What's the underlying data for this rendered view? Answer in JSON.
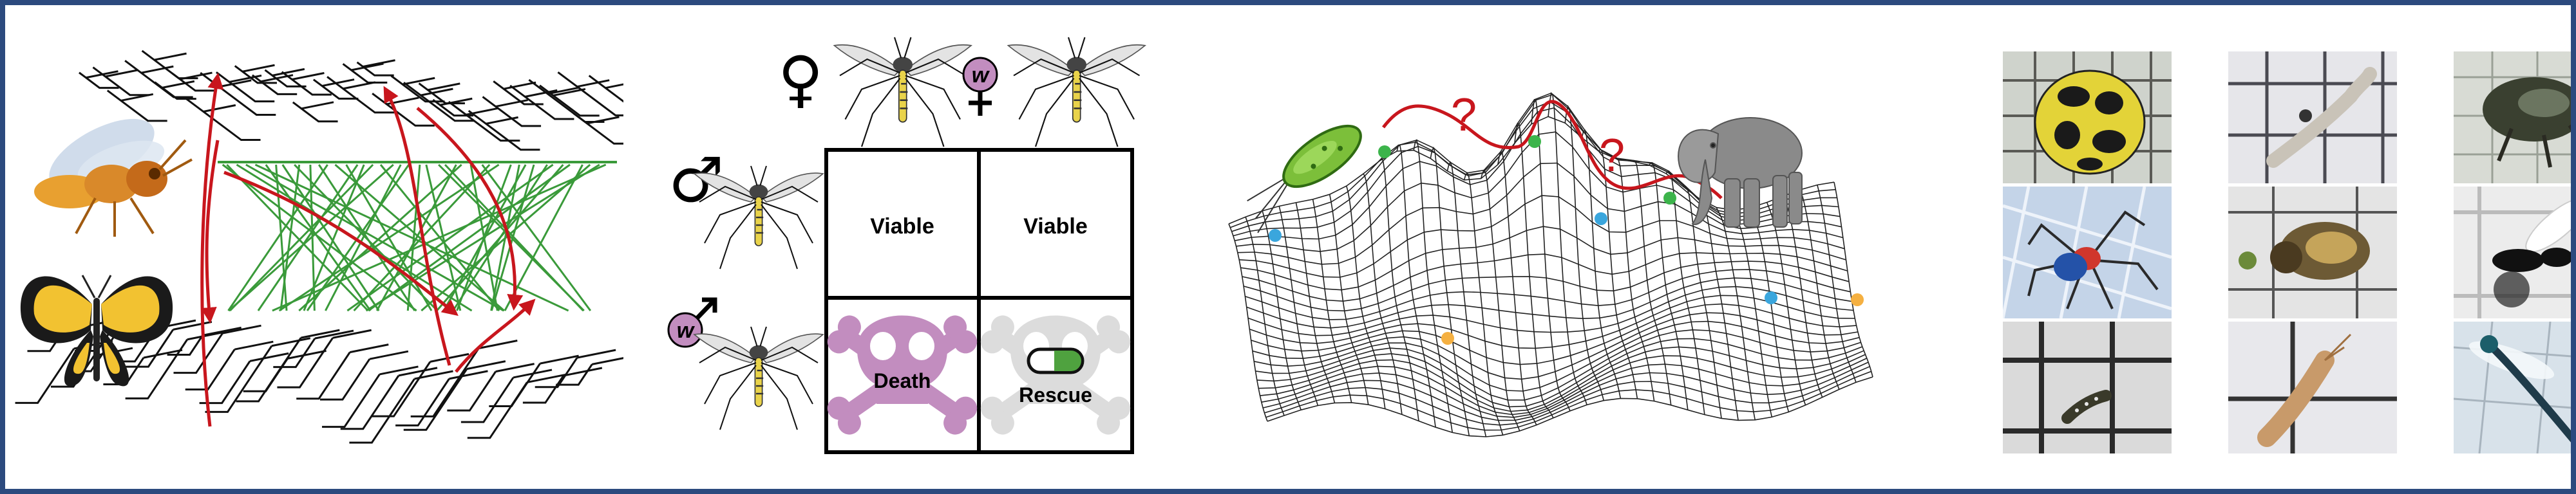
{
  "cross_table": {
    "female_symbol": "♀",
    "male_symbol": "♂",
    "wolbachia_mark": "w",
    "cells": {
      "top_left": "Viable",
      "top_right": "Viable",
      "bottom_left": "Death",
      "bottom_right": "Rescue"
    }
  },
  "landscape": {
    "question_marks": [
      "?",
      "?"
    ]
  },
  "colors": {
    "border": "#2c4a7e",
    "cophylogeny_link": "#3a9a3a",
    "host_switch_arrow": "#c8161d",
    "wolbachia_purple": "#c28dbf",
    "rescue_grey": "#d6d6d6",
    "peak_marker": "#3cb44b",
    "valley_marker_blue": "#3aa6dd",
    "valley_marker_orange": "#f5b041"
  },
  "icons": [
    "wasp",
    "butterfly",
    "mosquito",
    "skull-crossbones",
    "pill",
    "bacterium",
    "elephant",
    "ladybird-beetle",
    "spider",
    "weevil",
    "caterpillar",
    "springtail",
    "damselfly"
  ]
}
